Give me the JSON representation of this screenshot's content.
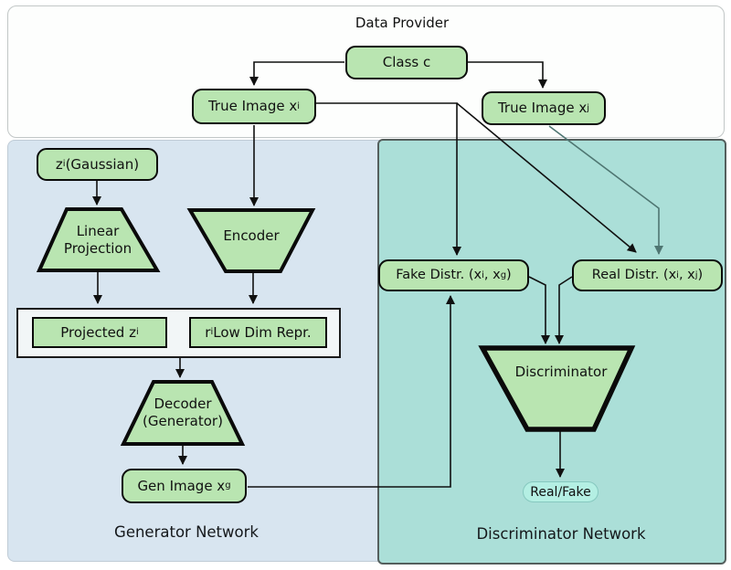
{
  "diagram": {
    "title": "Data Provider",
    "regions": {
      "generator": {
        "label": "Generator Network"
      },
      "discriminator": {
        "label": "Discriminator Network"
      }
    },
    "nodes": {
      "class_c": {
        "label": "Class c"
      },
      "true_image_i": {
        "rich": [
          {
            "t": "True Image x"
          },
          {
            "s": "i"
          }
        ]
      },
      "true_image_j": {
        "rich": [
          {
            "t": "True Image x"
          },
          {
            "s": "j"
          }
        ]
      },
      "z_gaussian": {
        "rich": [
          {
            "t": "z"
          },
          {
            "s": "i"
          },
          {
            "t": " (Gaussian)"
          }
        ]
      },
      "linear_projection": {
        "label": "Linear Projection"
      },
      "encoder": {
        "label": "Encoder"
      },
      "projected_z": {
        "rich": [
          {
            "t": "Projected z"
          },
          {
            "s": "i"
          }
        ]
      },
      "low_dim_repr": {
        "rich": [
          {
            "t": "r"
          },
          {
            "s": "i"
          },
          {
            "t": " Low Dim Repr."
          }
        ]
      },
      "decoder": {
        "label": "Decoder (Generator)"
      },
      "gen_image": {
        "rich": [
          {
            "t": "Gen Image x"
          },
          {
            "s": "g"
          }
        ]
      },
      "fake_distr": {
        "rich": [
          {
            "t": "Fake Distr. (x"
          },
          {
            "s": "i"
          },
          {
            "t": ", x"
          },
          {
            "s": "g"
          },
          {
            "t": ")"
          }
        ]
      },
      "real_distr": {
        "rich": [
          {
            "t": "Real Distr. (x"
          },
          {
            "s": "i"
          },
          {
            "t": ", x"
          },
          {
            "s": "j"
          },
          {
            "t": ")"
          }
        ]
      },
      "discriminator": {
        "label": "Discriminator"
      },
      "real_fake": {
        "label": "Real/Fake"
      }
    },
    "colors": {
      "node_fill": "#b9e5b1",
      "node_border": "#0a0a0a",
      "generator_bg": "#d8e5f0",
      "discriminator_bg": "#abdfd8",
      "data_provider_bg": "#fdfefd",
      "container_fill": "#f2f6f7",
      "real_fake_fill": "#b4efe3",
      "edge_black": "#101010",
      "edge_teal": "#4f7672"
    }
  }
}
